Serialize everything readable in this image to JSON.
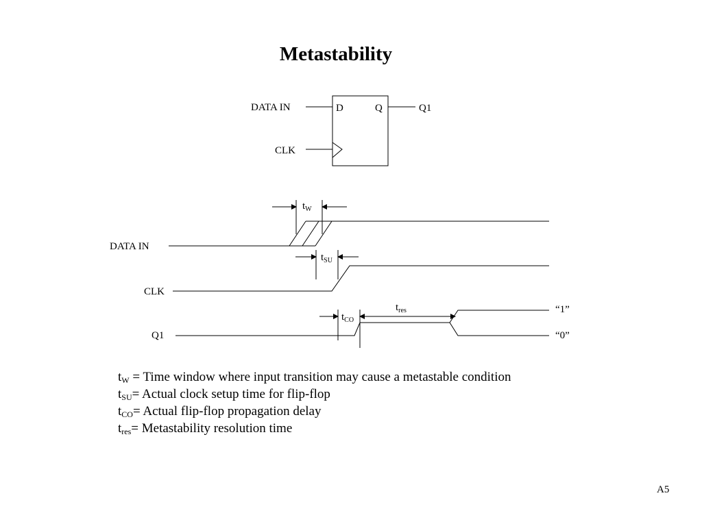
{
  "title": "Metastability",
  "flipflop": {
    "input_data": "DATA IN",
    "input_clk": "CLK",
    "pin_d": "D",
    "pin_q": "Q",
    "output": "Q1"
  },
  "timing": {
    "signal_data": "DATA IN",
    "signal_clk": "CLK",
    "signal_q1": "Q1",
    "tw": {
      "base": "t",
      "sub": "W"
    },
    "tsu": {
      "base": "t",
      "sub": "SU"
    },
    "tco": {
      "base": "t",
      "sub": "CO"
    },
    "tres": {
      "base": "t",
      "sub": "res"
    },
    "state_one": "“1”",
    "state_zero": "“0”"
  },
  "legend": [
    {
      "base": "t",
      "sub": "W",
      "text": " = Time window where input transition may cause a metastable condition"
    },
    {
      "base": "t",
      "sub": "SU",
      "text": "= Actual clock setup time for flip-flop"
    },
    {
      "base": "t",
      "sub": "CO",
      "text": "= Actual flip-flop propagation delay"
    },
    {
      "base": "t",
      "sub": "res",
      "text": "= Metastability resolution time"
    }
  ],
  "page_number": "A5"
}
